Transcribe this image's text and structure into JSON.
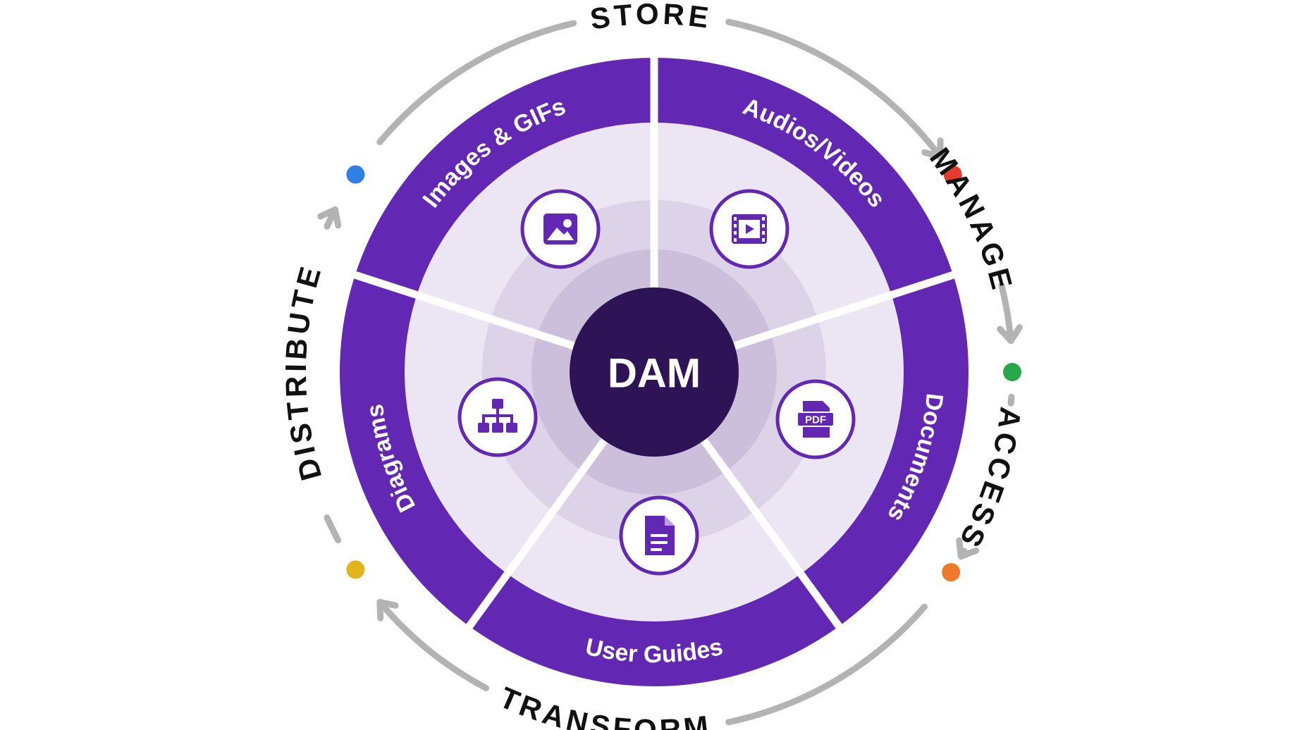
{
  "center": {
    "label": "DAM"
  },
  "colors": {
    "ring": "#6228b4",
    "inner_disc": "#ece6f4",
    "core_ring_outer": "#dcd3e8",
    "core_ring_mid": "#cbbfdb",
    "center_disc": "#2e1456",
    "arrow": "#b3b3b3",
    "cycle_text": "#111111",
    "segment_text": "#ffffff"
  },
  "segments": [
    {
      "label": "Images & GIFs",
      "icon": "image-icon"
    },
    {
      "label": "Audios/Videos",
      "icon": "video-icon"
    },
    {
      "label": "Documents",
      "icon": "pdf-icon"
    },
    {
      "label": "User Guides",
      "icon": "file-icon"
    },
    {
      "label": "Diagrams",
      "icon": "hierarchy-icon"
    }
  ],
  "cycle": [
    {
      "label": "STORE"
    },
    {
      "label": "MANAGE"
    },
    {
      "label": "ACCESS"
    },
    {
      "label": "TRANSFORM"
    },
    {
      "label": "DISTRIBUTE"
    }
  ],
  "dots": [
    {
      "color": "#e83a2a"
    },
    {
      "color": "#27a74a"
    },
    {
      "color": "#f07a2a"
    },
    {
      "color": "#e2b41c"
    },
    {
      "color": "#2f7fe6"
    }
  ]
}
